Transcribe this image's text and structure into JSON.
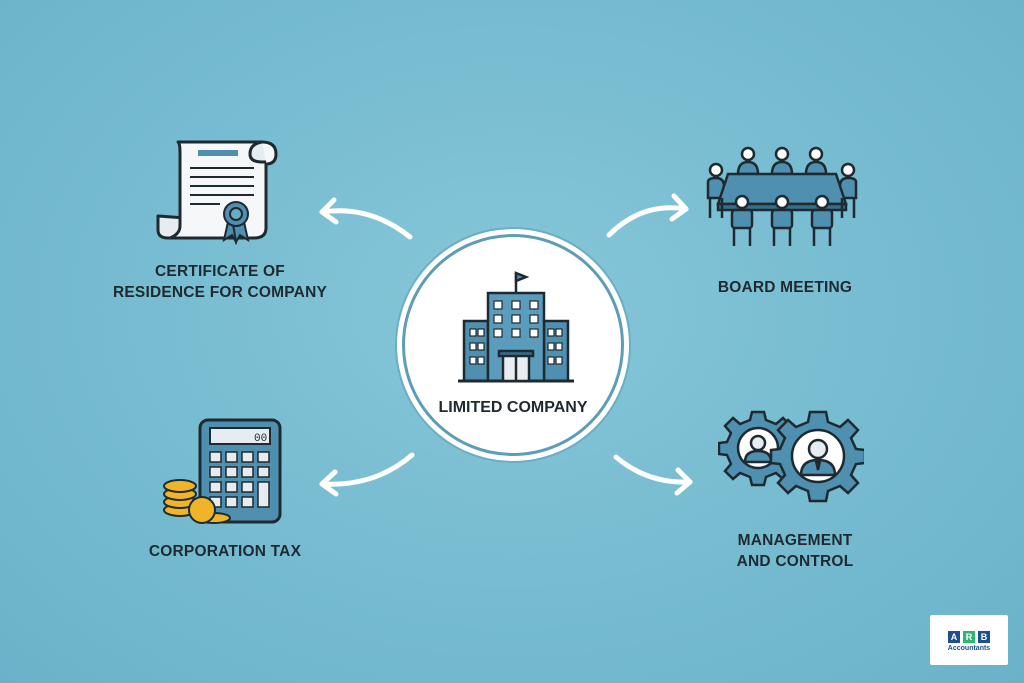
{
  "center": {
    "label": "LIMITED COMPANY",
    "icon": "office-building-icon"
  },
  "nodes": [
    {
      "id": "certificate",
      "lines": [
        "CERTIFICATE OF",
        "RESIDENCE FOR COMPANY"
      ],
      "icon": "certificate-scroll-icon"
    },
    {
      "id": "board",
      "lines": [
        "BOARD MEETING"
      ],
      "icon": "board-meeting-icon"
    },
    {
      "id": "tax",
      "lines": [
        "CORPORATION TAX"
      ],
      "icon": "calculator-coins-icon"
    },
    {
      "id": "management",
      "lines": [
        "MANAGEMENT",
        "AND CONTROL"
      ],
      "icon": "gears-people-icon"
    }
  ],
  "logo": {
    "letters": [
      "A",
      "R",
      "B"
    ],
    "name": "Accountants"
  },
  "colors": {
    "background": "#78bcd1",
    "icon_blue": "#4f8fb0",
    "outline": "#1f2a30",
    "coin": "#f0b429",
    "logo_blue": "#1d4e8f",
    "logo_green": "#2bb673"
  }
}
